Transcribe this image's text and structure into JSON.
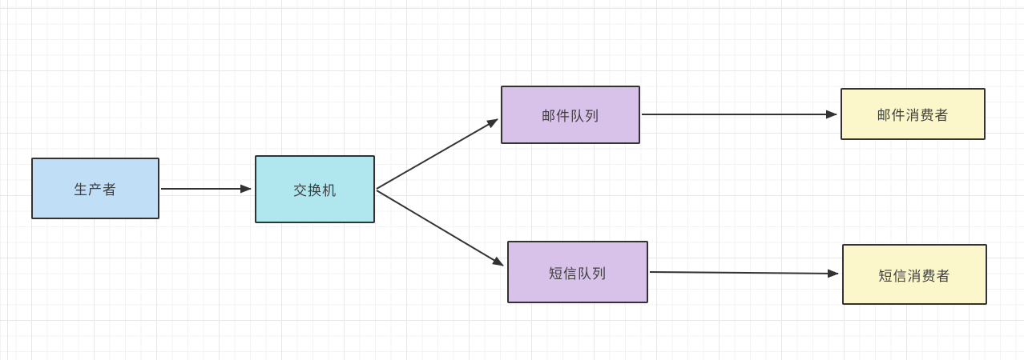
{
  "diagram": {
    "nodes": [
      {
        "id": "producer",
        "label": "生产者",
        "fill": "#c1def7"
      },
      {
        "id": "exchange",
        "label": "交换机",
        "fill": "#b0e7ef"
      },
      {
        "id": "email-queue",
        "label": "邮件队列",
        "fill": "#d9c2e9"
      },
      {
        "id": "email-consumer",
        "label": "邮件消费者",
        "fill": "#fbf7cb"
      },
      {
        "id": "sms-queue",
        "label": "短信队列",
        "fill": "#d9c2e9"
      },
      {
        "id": "sms-consumer",
        "label": "短信消费者",
        "fill": "#fbf7cb"
      }
    ],
    "edges": [
      {
        "from": "producer",
        "to": "exchange"
      },
      {
        "from": "exchange",
        "to": "email-queue"
      },
      {
        "from": "exchange",
        "to": "sms-queue"
      },
      {
        "from": "email-queue",
        "to": "email-consumer"
      },
      {
        "from": "sms-queue",
        "to": "sms-consumer"
      }
    ],
    "colors": {
      "connector": "#333333",
      "node_border": "#333333",
      "text": "#3f3f3f",
      "grid_minor": "#f3f3f6",
      "grid_major": "#e7e7ec",
      "background": "#ffffff"
    }
  }
}
